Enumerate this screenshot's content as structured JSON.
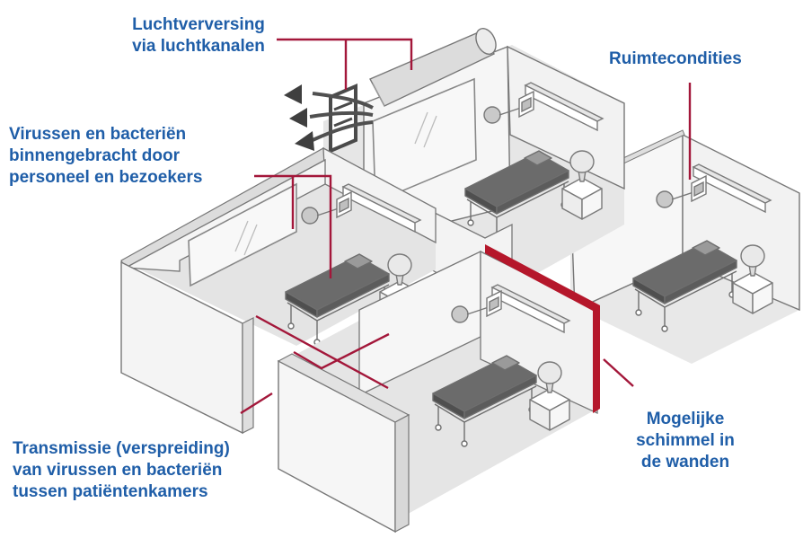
{
  "diagram": {
    "colors": {
      "label_text": "#1f5ea8",
      "callout_line": "#a3173a",
      "mold_wall": "#b5172b",
      "wall_fill": "#f4f4f4",
      "floor_fill": "#e5e5e5",
      "outline": "#7a7a7a",
      "mattress": "#666666"
    },
    "labels": {
      "ventilation": {
        "lines": [
          "Luchtverversing",
          "via luchtkanalen"
        ]
      },
      "room_conditions": {
        "lines": [
          "Ruimtecondities"
        ]
      },
      "viruses_brought_in": {
        "lines": [
          "Virussen en bacteriën",
          "binnengebracht door",
          "personeel en bezoekers"
        ]
      },
      "transmission": {
        "lines": [
          "Transmissie (verspreiding)",
          "van virussen en bacteriën",
          "tussen patiëntenkamers"
        ]
      },
      "mold": {
        "lines": [
          "Mogelijke",
          "schimmel in",
          "de wanden"
        ]
      }
    }
  }
}
